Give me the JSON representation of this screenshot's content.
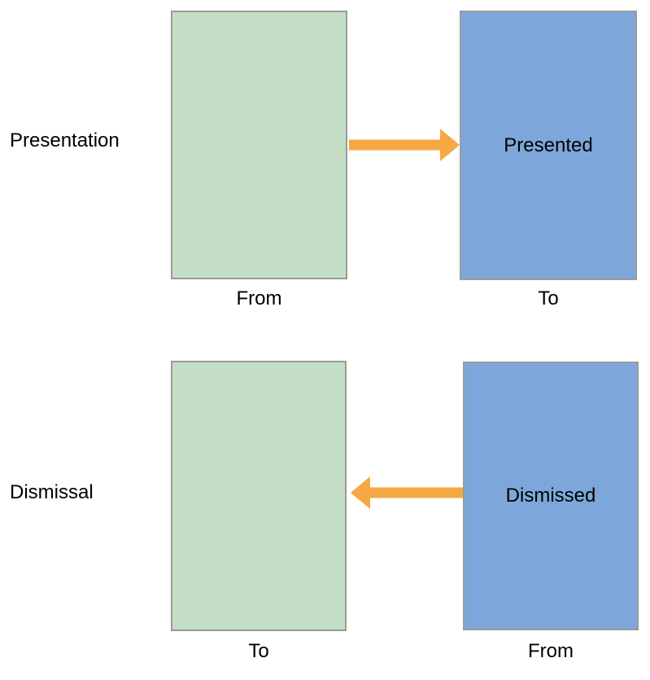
{
  "colors": {
    "background": "#ffffff",
    "box-green": "#c4dfc5",
    "box-blue": "#7da7da",
    "box-border": "#9a9a9a",
    "arrow": "#f6a843",
    "text": "#000000"
  },
  "rows": [
    {
      "label": "Presentation",
      "arrow_direction": "right",
      "left_box": {
        "text": "",
        "caption": "From"
      },
      "right_box": {
        "text": "Presented",
        "caption": "To"
      }
    },
    {
      "label": "Dismissal",
      "arrow_direction": "left",
      "left_box": {
        "text": "",
        "caption": "To"
      },
      "right_box": {
        "text": "Dismissed",
        "caption": "From"
      }
    }
  ]
}
